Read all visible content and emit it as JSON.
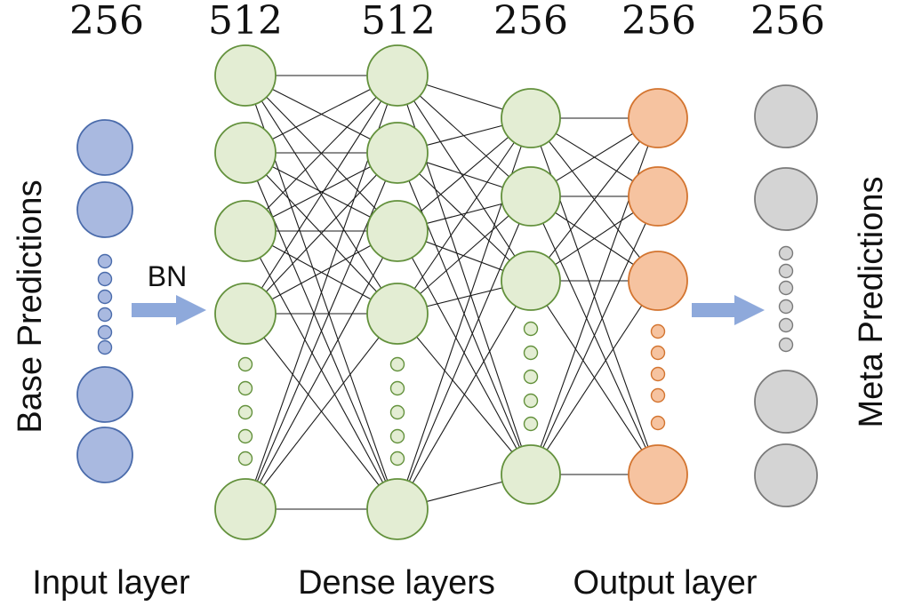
{
  "layers": [
    {
      "id": "input",
      "count": "256",
      "fill": "#a9b9e0",
      "stroke": "#4a6bab"
    },
    {
      "id": "dense1",
      "count": "512",
      "fill": "#e3edd3",
      "stroke": "#63913c"
    },
    {
      "id": "dense2",
      "count": "512",
      "fill": "#e3edd3",
      "stroke": "#63913c"
    },
    {
      "id": "dense3",
      "count": "256",
      "fill": "#e3edd3",
      "stroke": "#63913c"
    },
    {
      "id": "output",
      "count": "256",
      "fill": "#f6c3a0",
      "stroke": "#d3742f"
    },
    {
      "id": "meta",
      "count": "256",
      "fill": "#d4d4d4",
      "stroke": "#7a7a7a"
    }
  ],
  "labels": {
    "base_predictions": "Base Predictions",
    "meta_predictions": "Meta Predictions",
    "bn": "BN",
    "input_layer": "Input layer",
    "dense_layers": "Dense layers",
    "output_layer": "Output layer"
  },
  "colors": {
    "arrow": "#8ea9db",
    "edge": "#1a1a1a"
  }
}
